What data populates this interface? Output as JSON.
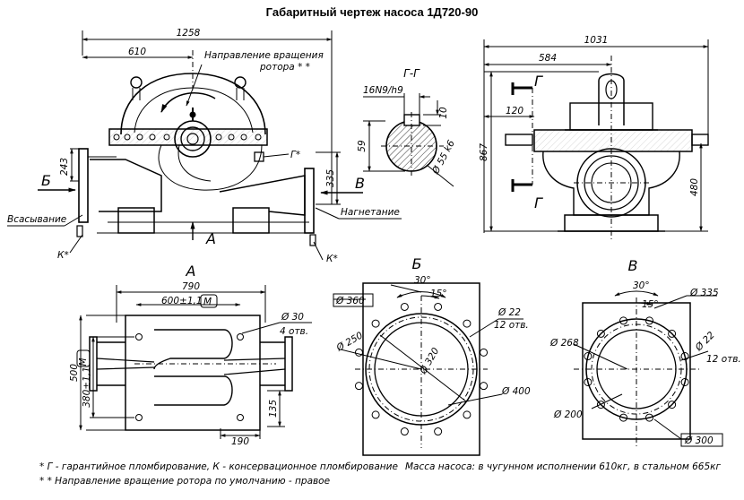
{
  "title": "Габаритный чертеж насоса 1Д720-90",
  "main_view": {
    "dim_total_length": "1258",
    "dim_half_length": "610",
    "rotation_label_1": "Направление вращения",
    "rotation_label_2": "ротора * *",
    "dim_height_left": "243",
    "dim_height_right": "335",
    "label_B": "Б",
    "label_V": "В",
    "label_A": "А",
    "label_G": "Г*",
    "suction_label": "Всасывание",
    "discharge_label": "Нагнетание",
    "k_label_left": "К*",
    "k_label_right": "К*"
  },
  "section_gg": {
    "title": "Г-Г",
    "dim_key": "16N9/h9",
    "dim_10": "10",
    "dim_59": "59",
    "dim_shaft": "Ø 55 k6"
  },
  "side_view": {
    "dim_total": "1031",
    "dim_half": "584",
    "dim_120": "120",
    "dim_867": "867",
    "dim_480": "480",
    "label_G_top": "Г",
    "label_G_bottom": "Г"
  },
  "view_a": {
    "title": "А",
    "dim_790": "790",
    "dim_600": "600±1,1",
    "dim_M": "M",
    "dim_30": "Ø 30",
    "dim_4otv": "4 отв.",
    "dim_500": "500",
    "dim_380": "380±1,1",
    "dim_M2": "M",
    "dim_135": "135",
    "dim_190": "190"
  },
  "view_b": {
    "title": "Б",
    "dim_360": "Ø 360",
    "dim_30deg": "30°",
    "dim_15deg": "15°",
    "dim_22": "Ø 22",
    "dim_12otv": "12 отв.",
    "dim_250": "Ø 250",
    "dim_320": "Ø 320",
    "dim_400": "Ø 400"
  },
  "view_v": {
    "title": "В",
    "dim_30deg": "30°",
    "dim_335": "Ø 335",
    "dim_15deg": "15°",
    "dim_268": "Ø 268",
    "dim_22": "Ø 22",
    "dim_12otv": "12 отв.",
    "dim_200": "Ø 200",
    "dim_300": "Ø 300"
  },
  "notes": {
    "line1": "* Г - гарантийное пломбирование, К - консервационное пломбирование",
    "line2": "* * Направление вращение ротора по умолчанию - правое",
    "mass": "Масса насоса: в чугунном исполнении 610кг, в стальном 665кг"
  }
}
